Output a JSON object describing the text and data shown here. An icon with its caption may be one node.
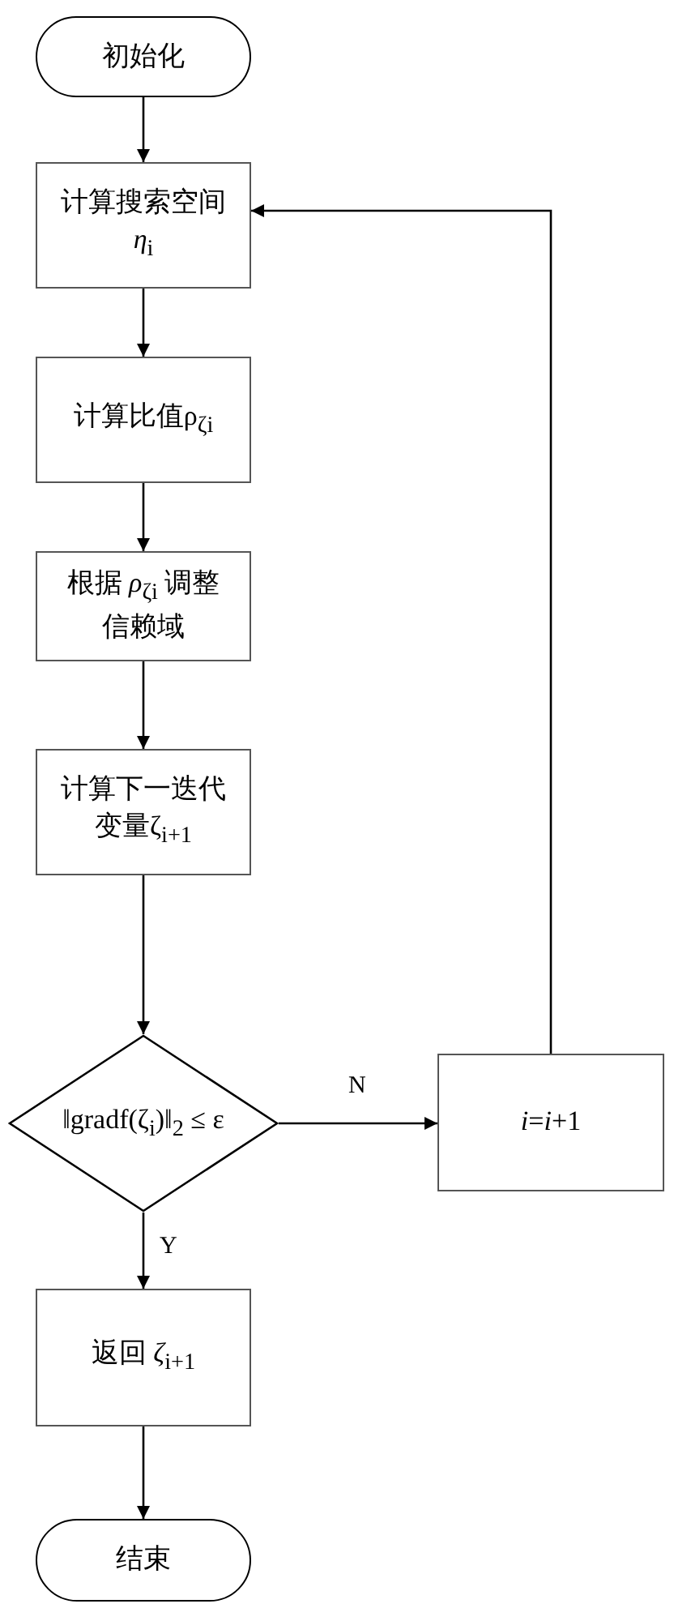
{
  "diagram": {
    "nodes": [
      {
        "text": [
          "初始化"
        ]
      },
      {
        "text": [
          "计算搜索空间 *η*$_{i}$"
        ]
      },
      {
        "text": [
          "计算比值ρ$_{ζi}$"
        ]
      },
      {
        "text": [
          "根据 *ρ*$_{ζi}$ 调整信赖域"
        ]
      },
      {
        "text": [
          "计算下一迭代变量ζ$_{i+1}$"
        ]
      },
      {
        "text": [
          "‖gradf(ζ$_{i}$)‖$_{2}$ ≤ ε"
        ]
      },
      {
        "text": [
          "*i*=*i*+1"
        ]
      },
      {
        "text": [
          "返回 *ζ*$_{i+1}$"
        ]
      },
      {
        "text": [
          "结束"
        ]
      }
    ],
    "edges": [
      {
        "from": 0,
        "to": 1,
        "arrow": "to"
      },
      {
        "from": 1,
        "to": 2,
        "arrow": "to"
      },
      {
        "from": 2,
        "to": 3,
        "arrow": "to"
      },
      {
        "from": 3,
        "to": 4,
        "arrow": "to"
      },
      {
        "from": 4,
        "to": 5,
        "arrow": "to"
      },
      {
        "from": 5,
        "to": 6,
        "arrow": "to",
        "label": "N"
      },
      {
        "from": 6,
        "to": 1,
        "arrow": "to"
      },
      {
        "from": 5,
        "to": 7,
        "arrow": "to",
        "label": "Y"
      },
      {
        "from": 7,
        "to": 8,
        "arrow": "to"
      }
    ]
  }
}
